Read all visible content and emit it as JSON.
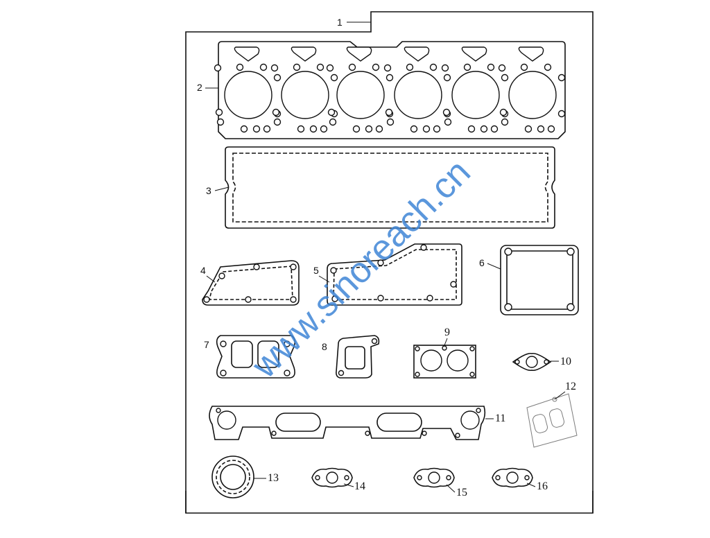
{
  "diagram": {
    "part_labels": [
      "1",
      "2",
      "3",
      "4",
      "5",
      "6",
      "7",
      "8",
      "9",
      "10",
      "11",
      "12",
      "13",
      "14",
      "15",
      "16"
    ],
    "watermark": "www.sinoreach.cn"
  }
}
